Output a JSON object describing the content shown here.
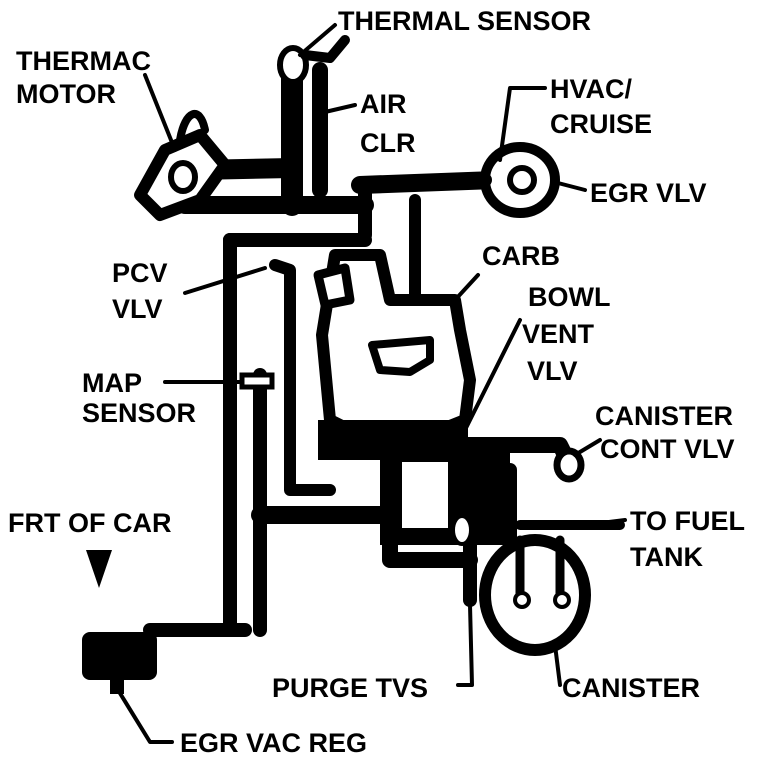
{
  "labels": {
    "thermal_sensor": "THERMAL SENSOR",
    "thermac_motor_1": "THERMAC",
    "thermac_motor_2": "MOTOR",
    "air_clr_1": "AIR",
    "air_clr_2": "CLR",
    "hvac_cruise_1": "HVAC/",
    "hvac_cruise_2": "CRUISE",
    "egr_vlv": "EGR VLV",
    "pcv_vlv_1": "PCV",
    "pcv_vlv_2": "VLV",
    "carb": "CARB",
    "bowl_vent_vlv_1": "BOWL",
    "bowl_vent_vlv_2": "VENT",
    "bowl_vent_vlv_3": "VLV",
    "map_sensor_1": "MAP",
    "map_sensor_2": "SENSOR",
    "canister_cont_vlv_1": "CANISTER",
    "canister_cont_vlv_2": "CONT VLV",
    "frt_of_car": "FRT OF CAR",
    "to_fuel_tank_1": "TO FUEL",
    "to_fuel_tank_2": "TANK",
    "purge_tvs": "PURGE TVS",
    "canister": "CANISTER",
    "egr_vac_reg": "EGR VAC REG"
  },
  "colors": {
    "ink": "#000000",
    "paper": "#ffffff"
  },
  "icons": {
    "front_indicator": "down-arrow-icon"
  }
}
